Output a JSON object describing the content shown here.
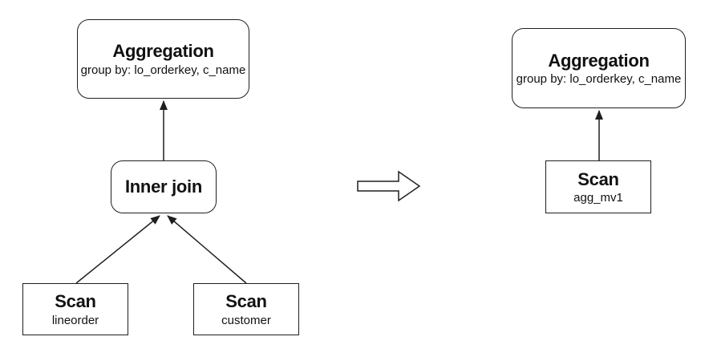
{
  "colors": {
    "bg": "#ffffff",
    "stroke": "#1f1f1f",
    "text": "#111111"
  },
  "before_plan": {
    "aggregation": {
      "title": "Aggregation",
      "subtitle": "group by: lo_orderkey, c_name"
    },
    "inner_join": {
      "title": "Inner join"
    },
    "scan_lineorder": {
      "title": "Scan",
      "subtitle": "lineorder"
    },
    "scan_customer": {
      "title": "Scan",
      "subtitle": "customer"
    }
  },
  "after_plan": {
    "aggregation": {
      "title": "Aggregation",
      "subtitle": "group by: lo_orderkey, c_name"
    },
    "scan_mv": {
      "title": "Scan",
      "subtitle": "agg_mv1"
    }
  },
  "icons": {
    "transform_arrow": "right-block-arrow"
  }
}
